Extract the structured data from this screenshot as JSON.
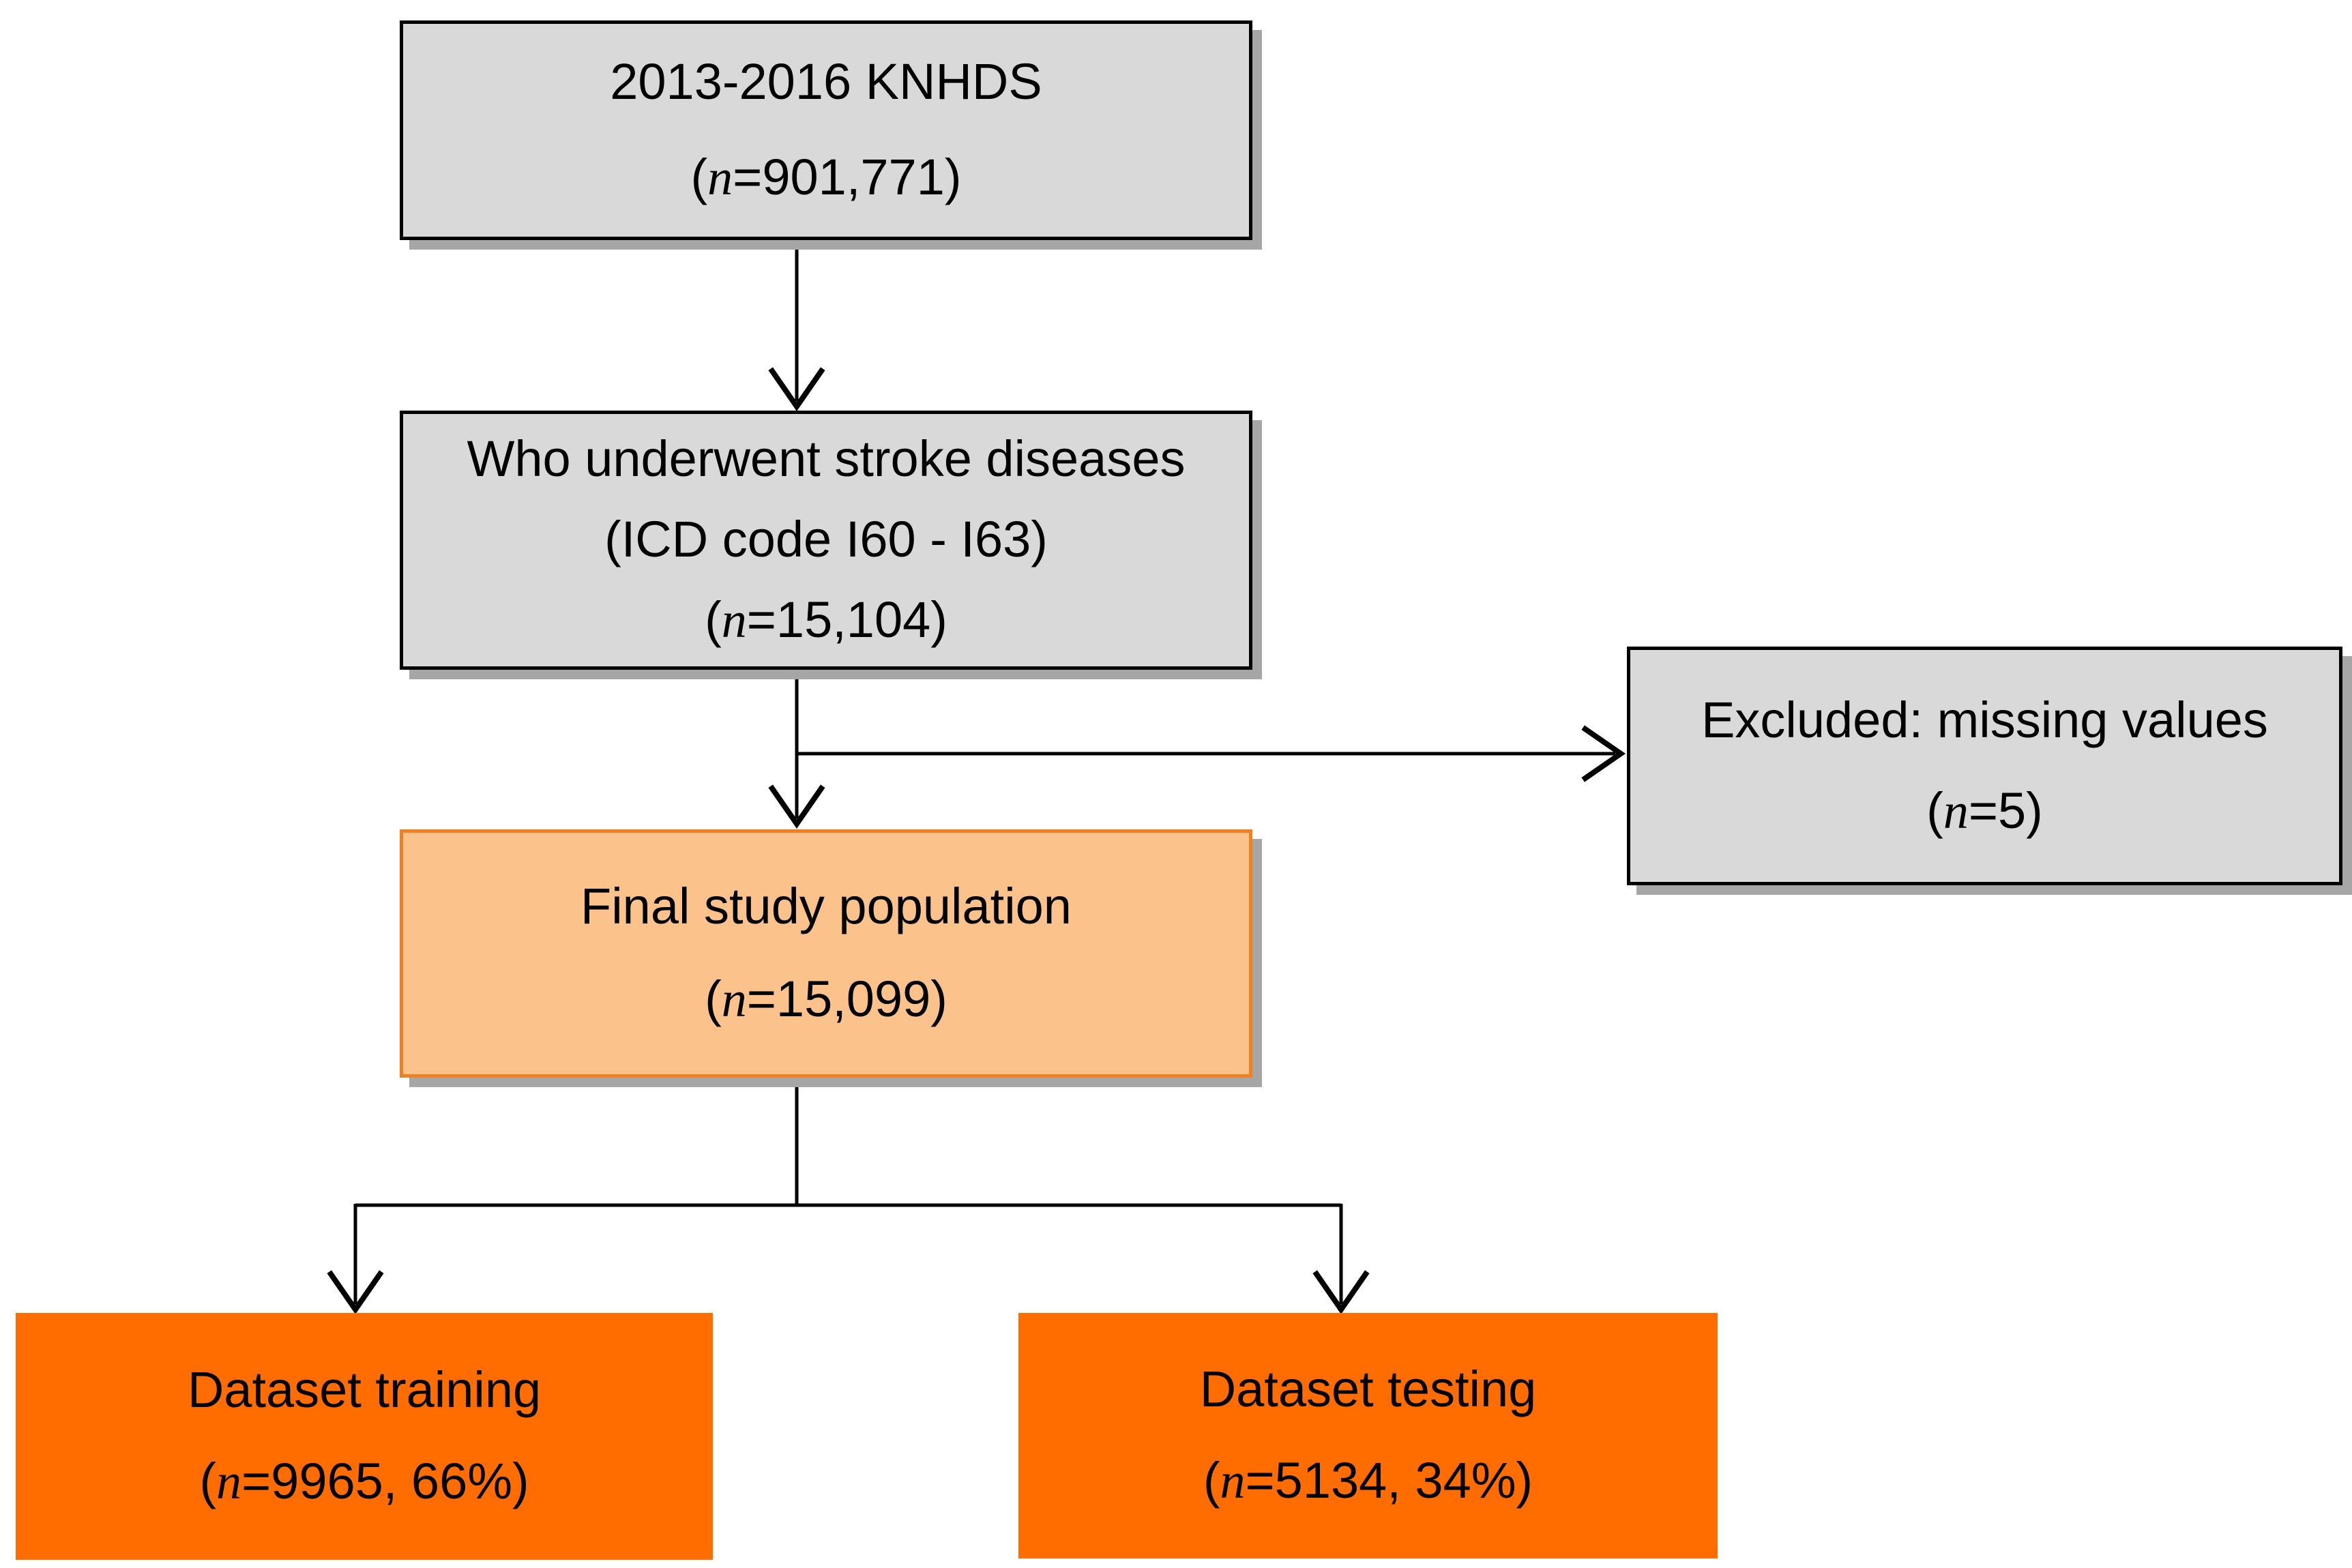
{
  "colors": {
    "gray_box_fill": "#d9d9d9",
    "box_border_black": "#000000",
    "shadow_gray": "#a6a6a6",
    "final_box_fill": "#fbc28c",
    "final_box_border": "#f08122",
    "dataset_box_fill": "#ff6d00",
    "text": "#000000",
    "background": "#ffffff"
  },
  "boxes": {
    "knhds": {
      "line1": "2013-2016 KNHDS",
      "count": {
        "pre": "(",
        "n": "n",
        "post": "=901,771)"
      }
    },
    "stroke": {
      "line1": "Who underwent stroke diseases",
      "line2": "(ICD code I60 - I63)",
      "count": {
        "pre": "(",
        "n": "n",
        "post": "=15,104)"
      }
    },
    "excluded": {
      "line1": "Excluded: missing values",
      "count": {
        "pre": "(",
        "n": "n",
        "post": "=5)"
      }
    },
    "final": {
      "line1": "Final study population",
      "count": {
        "pre": "(",
        "n": "n",
        "post": "=15,099)"
      }
    },
    "training": {
      "line1": "Dataset training",
      "count": {
        "pre": "(",
        "n": "n",
        "post": "=9965, 66%)"
      }
    },
    "testing": {
      "line1": "Dataset testing",
      "count": {
        "pre": "(",
        "n": "n",
        "post": "=5134, 34%)"
      }
    }
  }
}
